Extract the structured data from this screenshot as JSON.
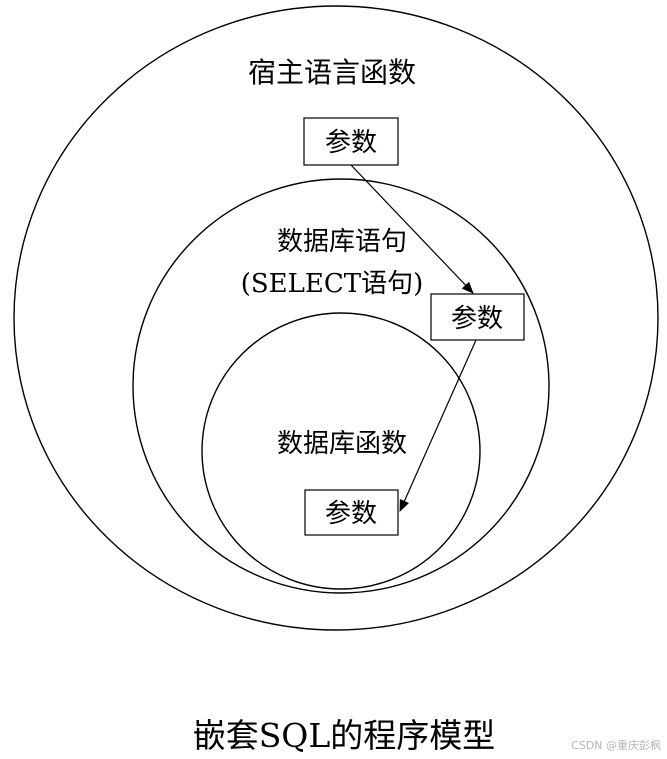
{
  "outer_circle": {
    "label": "宿主语言函数",
    "param": "参数"
  },
  "middle_circle": {
    "label_line1": "数据库语句",
    "label_line2": "(SELECT语句)",
    "param": "参数"
  },
  "inner_circle": {
    "label": "数据库函数",
    "param": "参数"
  },
  "caption": "嵌套SQL的程序模型",
  "watermark": "CSDN @重庆彭枫",
  "colors": {
    "stroke": "#000000",
    "background": "#ffffff",
    "watermark": "#b5b5b5"
  }
}
